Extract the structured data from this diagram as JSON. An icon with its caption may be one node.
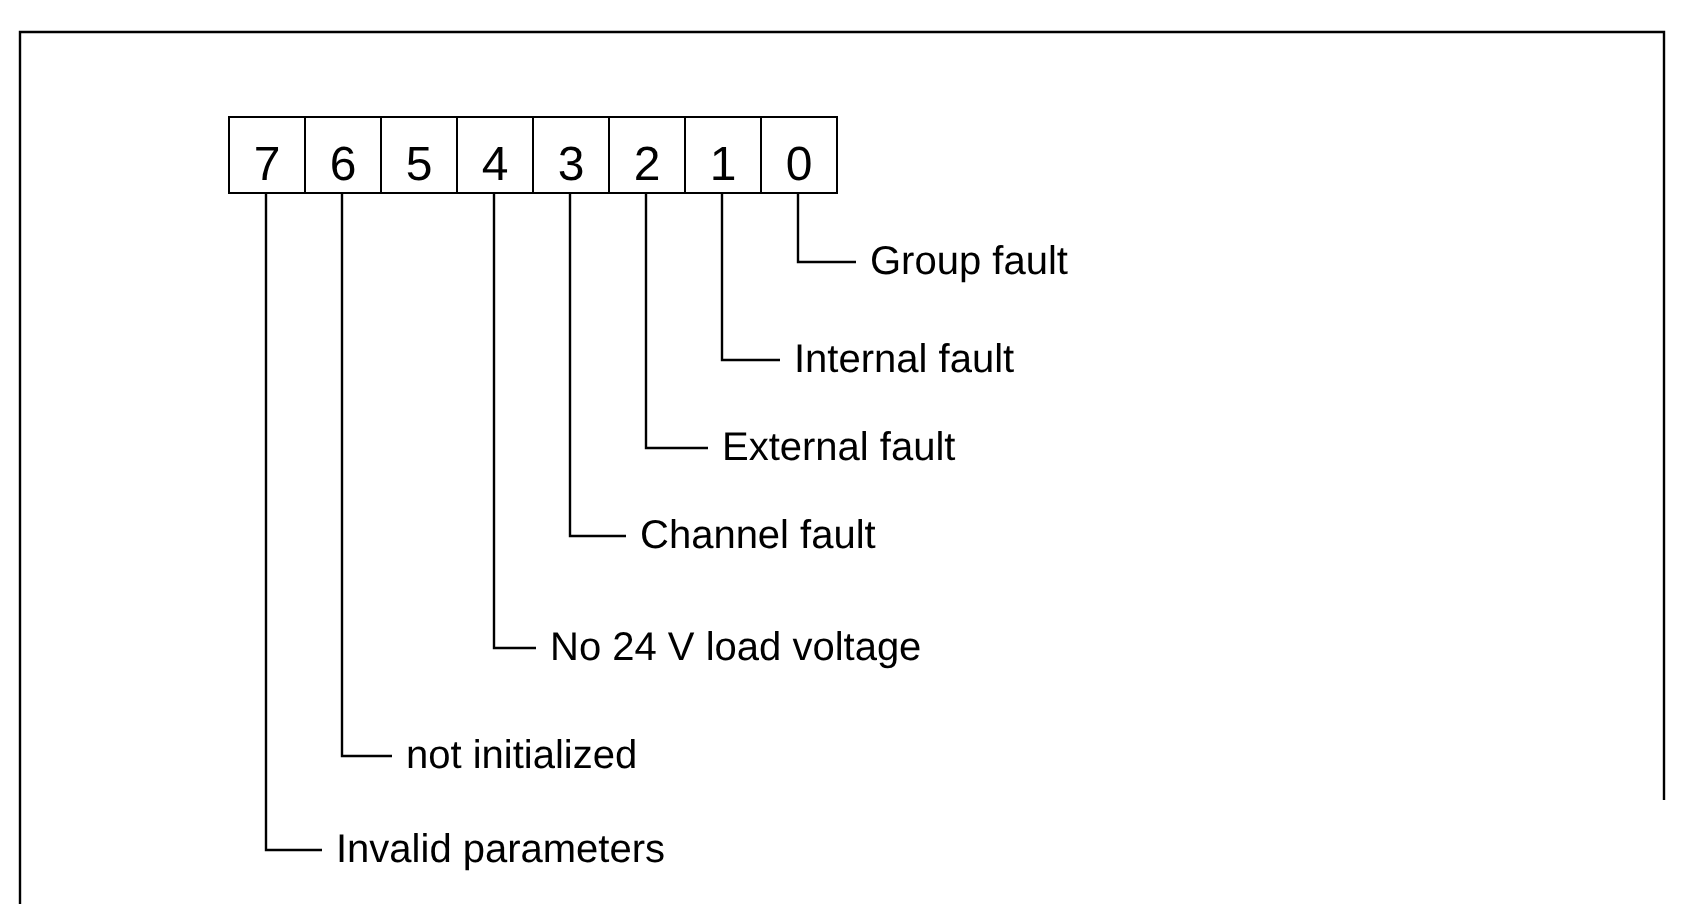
{
  "diagram": {
    "nodes": [
      {
        "text": [
          "7"
        ]
      },
      {
        "text": [
          "6"
        ]
      },
      {
        "text": [
          "5"
        ]
      },
      {
        "text": [
          "4"
        ]
      },
      {
        "text": [
          "3"
        ]
      },
      {
        "text": [
          "2"
        ]
      },
      {
        "text": [
          "1"
        ]
      },
      {
        "text": [
          "0"
        ]
      },
      {
        "text": [
          "Group fault"
        ]
      },
      {
        "text": [
          "Internal fault"
        ]
      },
      {
        "text": [
          "External fault"
        ]
      },
      {
        "text": [
          "Channel fault"
        ]
      },
      {
        "text": [
          "No 24 V load voltage"
        ]
      },
      {
        "text": [
          "not initialized"
        ]
      },
      {
        "text": [
          "Invalid parameters"
        ]
      }
    ],
    "edges": [
      {
        "from": 7,
        "to": 8,
        "arrow": "none"
      },
      {
        "from": 6,
        "to": 9,
        "arrow": "none"
      },
      {
        "from": 5,
        "to": 10,
        "arrow": "none"
      },
      {
        "from": 4,
        "to": 11,
        "arrow": "none"
      },
      {
        "from": 3,
        "to": 12,
        "arrow": "none"
      },
      {
        "from": 1,
        "to": 13,
        "arrow": "none"
      },
      {
        "from": 0,
        "to": 14,
        "arrow": "none"
      }
    ]
  }
}
